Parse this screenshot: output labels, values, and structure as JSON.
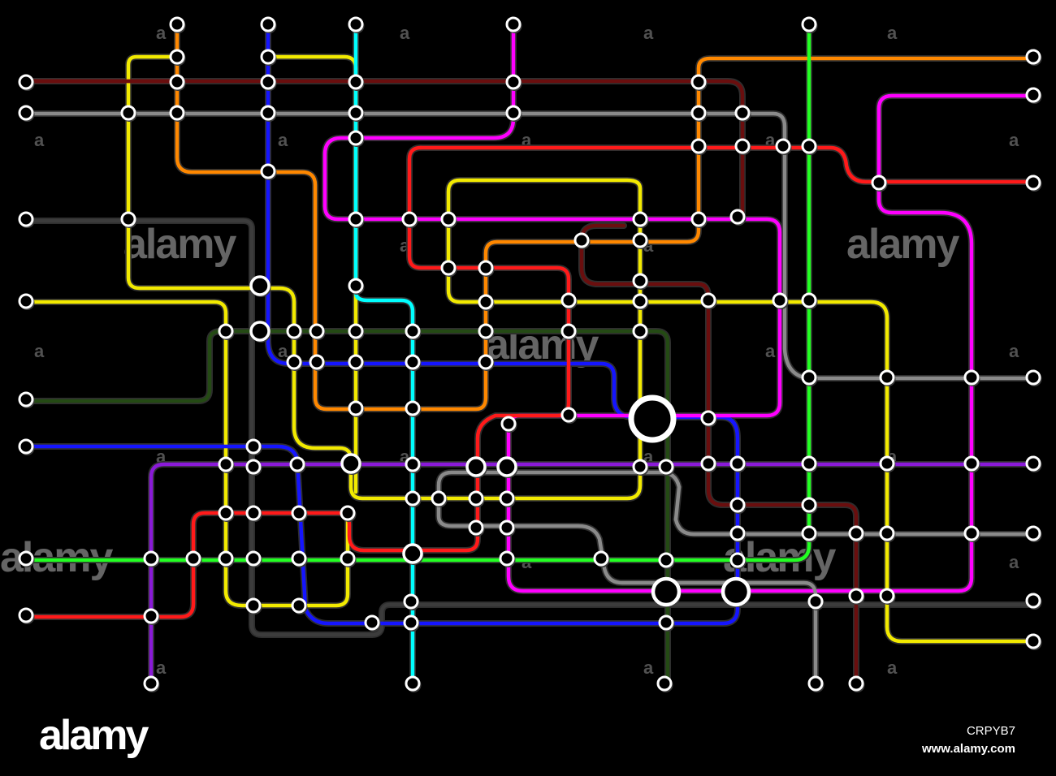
{
  "branding": {
    "logo_text": "alamy",
    "image_id": "CRPYB7",
    "website": "www.alamy.com"
  },
  "watermark": {
    "word": "alamy",
    "letter": "a"
  },
  "colors": {
    "background": "#000000",
    "station_fill": "#ffffff",
    "station_stroke": "#111111",
    "lines": {
      "yellow": "#f2ea00",
      "orange": "#ff8800",
      "blue": "#1515ff",
      "cyan": "#00ffff",
      "magenta": "#ff00ff",
      "red": "#ff1a1a",
      "dark-red": "#6a0e0e",
      "gray": "#8a8a8a",
      "green": "#22ff22",
      "purple": "#8a1ad8",
      "dark-green": "#244a14",
      "dark-gray": "#3c3c3c"
    }
  }
}
